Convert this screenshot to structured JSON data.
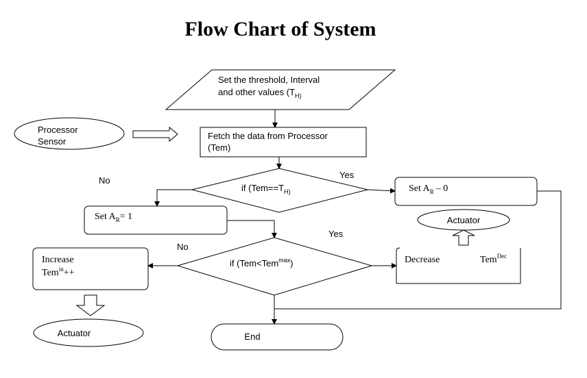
{
  "title": "Flow Chart of System",
  "nodes": {
    "set_threshold": {
      "line1": "Set the threshold, Interval",
      "line2_pre": "and other values (T",
      "line2_sub": "H)"
    },
    "processor_sensor": {
      "line1": "Processor",
      "line2": "Sensor"
    },
    "fetch": {
      "line1": "Fetch the data from Processor",
      "line2": "(Tem)"
    },
    "decision1": {
      "pre": "if (Tem==T",
      "sub": "H)"
    },
    "set_ar_0": {
      "pre": "Set A",
      "sub": "R",
      "post": "– 0"
    },
    "set_ar_1": {
      "pre": "Set A",
      "sub": "R",
      "post": "= 1"
    },
    "actuator_top": "Actuator",
    "decision2": {
      "pre": "if (Tem<Tem",
      "sup": "max",
      "post": ")"
    },
    "increase": {
      "line1": "Increase",
      "line2_pre": "Tem",
      "line2_sup": "in",
      "line2_post": "++"
    },
    "decrease": {
      "label": "Decrease",
      "tem": "Tem",
      "sup": "Dec"
    },
    "actuator_bottom": "Actuator",
    "end": "End"
  },
  "edge_labels": {
    "d1_no": "No",
    "d1_yes": "Yes",
    "d2_no": "No",
    "d2_yes": "Yes"
  }
}
